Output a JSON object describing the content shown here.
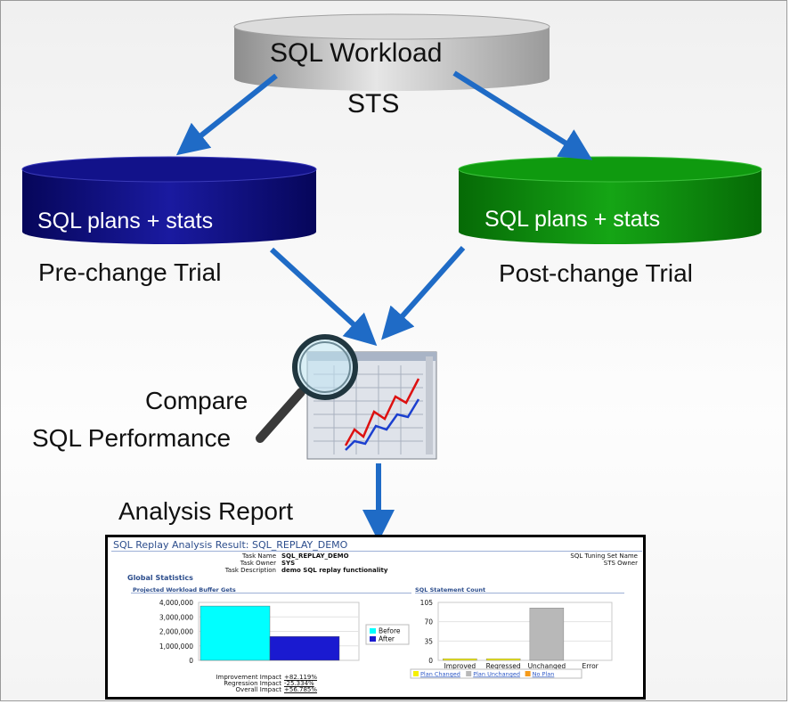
{
  "diagram": {
    "workload": {
      "line1": "SQL Workload",
      "line2": "STS"
    },
    "pre": {
      "cylinder_text": "SQL plans + stats",
      "label": "Pre-change Trial",
      "color": "#0b0b7a"
    },
    "post": {
      "cylinder_text": "SQL plans + stats",
      "label": "Post-change Trial",
      "color": "#0a8a0a"
    },
    "compare": {
      "line1": "Compare",
      "line2": "SQL Performance"
    },
    "report_label": "Analysis Report",
    "arrow_color": "#1f6bc6"
  },
  "report": {
    "title": "SQL Replay Analysis Result: SQL_REPLAY_DEMO",
    "task_name_label": "Task Name",
    "task_name": "SQL_REPLAY_DEMO",
    "task_owner_label": "Task Owner",
    "task_owner": "SYS",
    "task_desc_label": "Task Description",
    "task_desc": "demo SQL replay functionality",
    "sts_name_label": "SQL Tuning Set Name",
    "sts_owner_label": "STS Owner",
    "global_stats": "Global Statistics",
    "impact": {
      "improvement_label": "Improvement Impact",
      "improvement": "+82.119%",
      "regression_label": "Regression Impact",
      "regression": "-25.334%",
      "overall_label": "Overall Impact",
      "overall": "+56.785%"
    }
  },
  "chart_data": [
    {
      "type": "bar",
      "title": "Projected Workload Buffer Gets",
      "categories": [
        ""
      ],
      "series": [
        {
          "name": "Before",
          "values": [
            3750000
          ],
          "color": "#00ffff"
        },
        {
          "name": "After",
          "values": [
            1650000
          ],
          "color": "#1a1ad0"
        }
      ],
      "ylim": [
        0,
        4000000
      ],
      "yticks": [
        "4,000,000",
        "3,000,000",
        "2,000,000",
        "1,000,000",
        "0"
      ],
      "legend": "right"
    },
    {
      "type": "bar",
      "title": "SQL Statement Count",
      "categories": [
        "Improved",
        "Regressed",
        "Unchanged",
        "Error"
      ],
      "series": [
        {
          "name": "Plan Changed",
          "values": [
            3,
            3,
            0,
            0
          ],
          "color": "#f5f000"
        },
        {
          "name": "Plan Unchanged",
          "values": [
            0,
            0,
            95,
            0
          ],
          "color": "#b8b8b8"
        },
        {
          "name": "No Plan",
          "values": [
            0,
            0,
            0,
            0
          ],
          "color": "#f59a1a"
        }
      ],
      "ylim": [
        0,
        105
      ],
      "yticks": [
        "105",
        "70",
        "35",
        "0"
      ],
      "legend": "bottom"
    }
  ]
}
